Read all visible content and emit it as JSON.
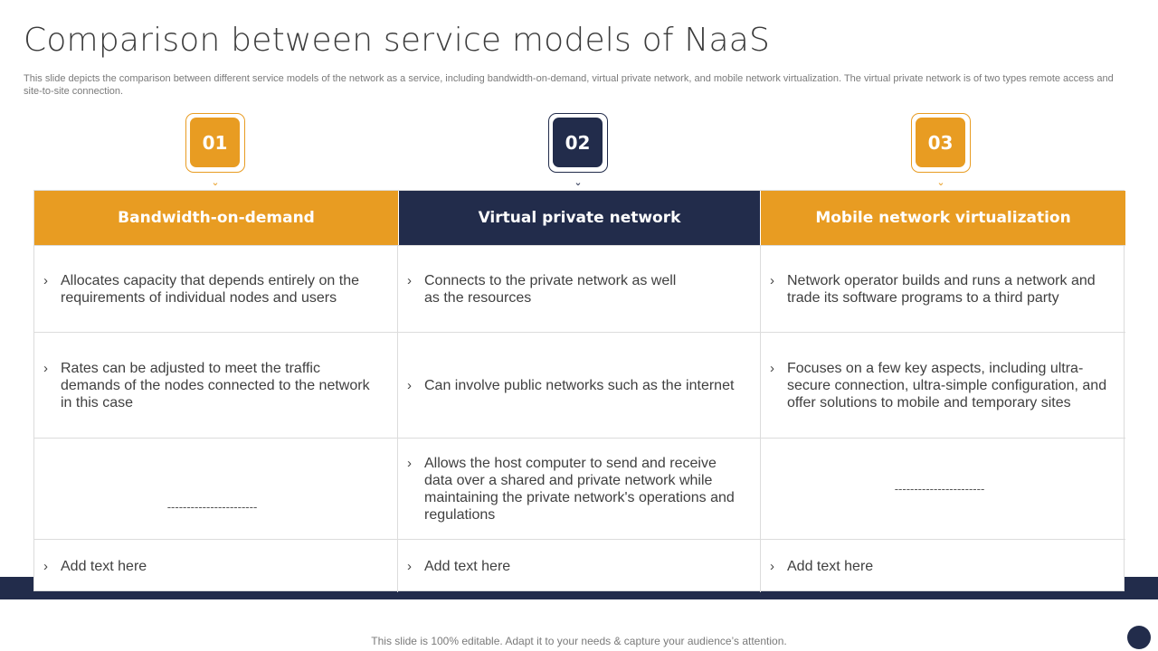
{
  "title": "Comparison between service models of NaaS",
  "subtitle": "This slide depicts the comparison between different service models of the network as a service, including bandwidth-on-demand, virtual private network, and mobile network virtualization. The virtual private network is of two types remote access and site-to-site connection.",
  "colors": {
    "orange": "#e89c22",
    "navy": "#222c4b"
  },
  "columns": [
    {
      "number": "01",
      "header": "Bandwidth-on-demand"
    },
    {
      "number": "02",
      "header": "Virtual private network"
    },
    {
      "number": "03",
      "header": "Mobile network virtualization"
    }
  ],
  "rows": [
    [
      "Allocates capacity that depends entirely on the requirements of individual nodes and users",
      "Connects to the private network as well as the resources",
      "Network operator builds and runs a network and trade its software programs to a third party"
    ],
    [
      "Rates can be adjusted to meet the traffic demands of the nodes connected to the network in this case",
      "Can involve public networks such as the internet",
      "Focuses on a few key aspects, including ultra-secure connection, ultra-simple configuration, and offer solutions to mobile and temporary sites"
    ],
    [
      "-----------------------",
      "Allows the host computer to send and receive data over a shared and private network while maintaining the private network's operations and regulations",
      "-----------------------"
    ],
    [
      "Add text here",
      "Add text here",
      "Add text here"
    ]
  ],
  "bullet_glyph": "›",
  "footer": "This slide is 100% editable. Adapt it to your needs & capture your audience’s attention."
}
